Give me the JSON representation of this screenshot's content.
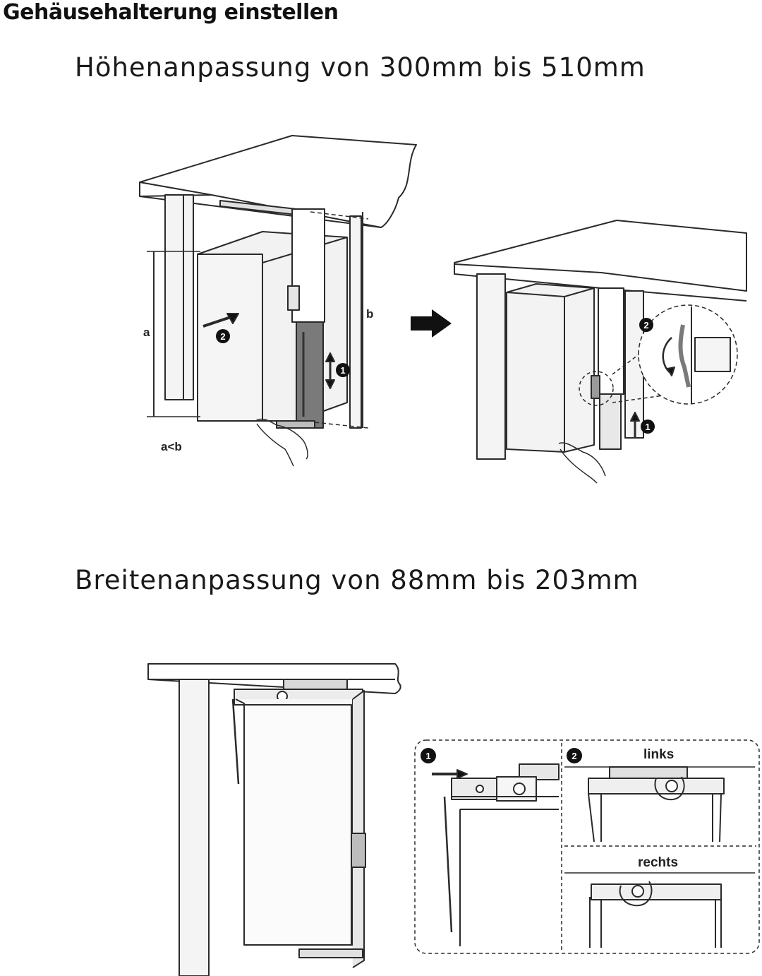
{
  "header": {
    "title": "Gehäusehalterung einstellen"
  },
  "section_height": {
    "title": "Höhenanpassung von 300mm bis 510mm",
    "label_a": "a",
    "label_b": "b",
    "label_condition": "a<b",
    "step_1": "1",
    "step_2": "2"
  },
  "section_width": {
    "title": "Breitenanpassung von 88mm bis 203mm",
    "label_left": "links",
    "label_right": "rechts",
    "step_1": "1",
    "step_2": "2"
  },
  "colors": {
    "line": "#2a2a2a",
    "panel": "#f2f2f2",
    "shade": "#bdbdbd",
    "dark_metal": "#6e6e6e"
  }
}
